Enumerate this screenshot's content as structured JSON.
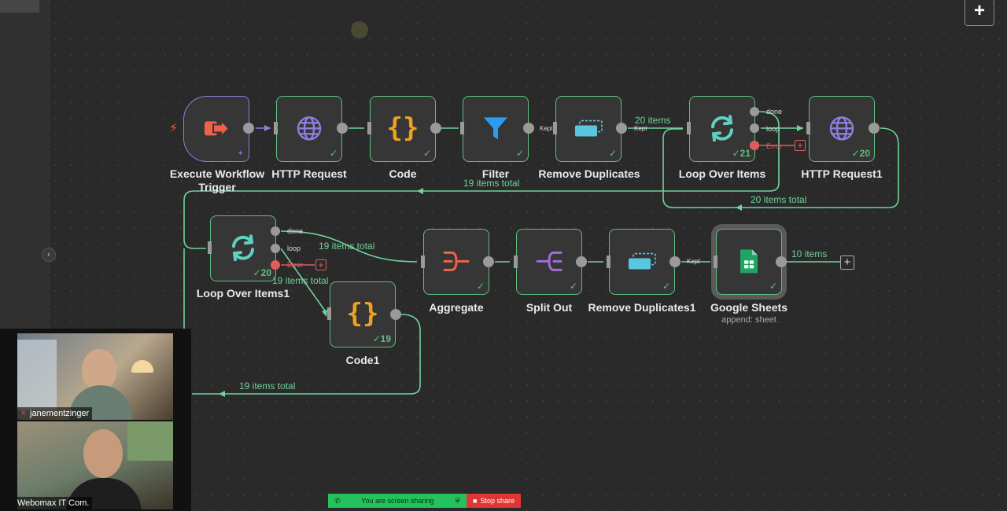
{
  "colors": {
    "accent": "#5fbf7f",
    "error": "#e35b5b",
    "trigger": "#8d7fd6",
    "canvas": "#2a2a2a"
  },
  "nodes": {
    "trigger": {
      "label": "Execute Workflow Trigger",
      "icon": "sign-in-icon"
    },
    "http1": {
      "label": "HTTP Request",
      "icon": "globe-icon"
    },
    "code1": {
      "label": "Code",
      "icon": "braces-icon"
    },
    "filter": {
      "label": "Filter",
      "icon": "funnel-icon"
    },
    "dedup1": {
      "label": "Remove Duplicates",
      "icon": "dedup-icon"
    },
    "loop1": {
      "label": "Loop Over Items",
      "icon": "loop-icon",
      "count": "21"
    },
    "http2": {
      "label": "HTTP Request1",
      "icon": "globe-icon",
      "count": "20"
    },
    "loop2": {
      "label": "Loop Over Items1",
      "icon": "loop-icon",
      "count": "20"
    },
    "code2": {
      "label": "Code1",
      "icon": "braces-icon",
      "count": "19"
    },
    "aggregate": {
      "label": "Aggregate",
      "icon": "aggregate-icon"
    },
    "splitout": {
      "label": "Split Out",
      "icon": "split-out-icon"
    },
    "dedup2": {
      "label": "Remove Duplicates1",
      "icon": "dedup-icon"
    },
    "sheets": {
      "label": "Google Sheets",
      "sublabel": "append: sheet",
      "icon": "google-sheets-icon"
    }
  },
  "ports": {
    "done": "done",
    "loop": "loop",
    "error": "Error",
    "kept": "Kept"
  },
  "edge_labels": {
    "dedup_to_loop": "20 items",
    "filter_total": "19 items total",
    "http2_back": "20 items total",
    "loop2_done": "19 items total",
    "loop2_loop": "19 items total",
    "sheets_out": "10 items",
    "code2_back": "19 items total"
  },
  "toolbar": {
    "add_label": "+"
  },
  "participants": [
    {
      "name": "janementzinger",
      "muted": true
    },
    {
      "name": "Webomax IT Com."
    }
  ],
  "share_bar": {
    "status": "You are screen sharing",
    "stop": "Stop share"
  }
}
